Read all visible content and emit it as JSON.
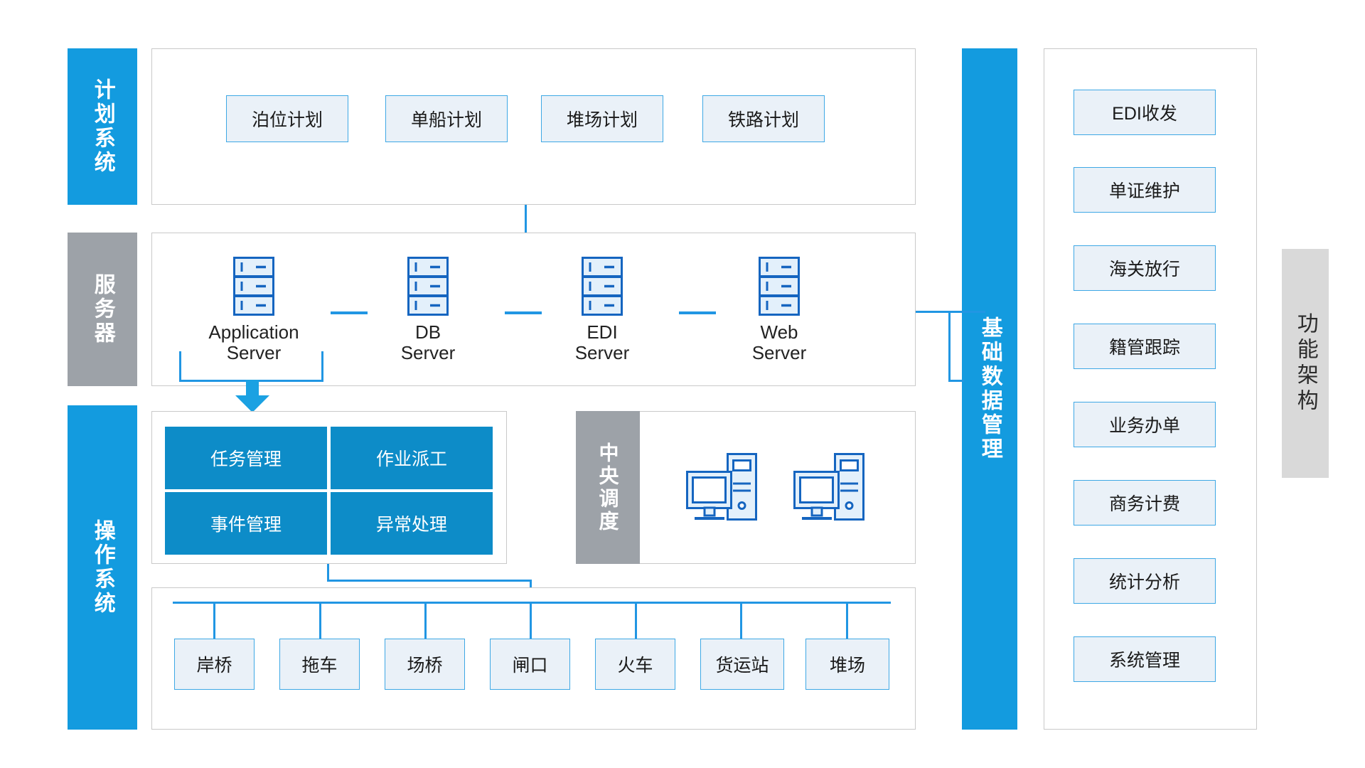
{
  "diagram": {
    "title_right": "功能架构",
    "bands": {
      "plan_system": "计划系统",
      "server": "服务器",
      "operation_system": "操作系统",
      "basic_data_management": "基础数据管理",
      "functional_architecture": "功能架构"
    },
    "colors": {
      "accent_blue": "#139BDF",
      "solid_blue": "#0D8CC8",
      "box_border_blue": "#3EA8E5",
      "box_fill_blue": "#EAF1F8",
      "band_gray": "#9DA2A8",
      "band_light_gray": "#D9D9D9",
      "panel_border": "#C9C9C9",
      "icon_blue": "#1565C0"
    },
    "plan_system": {
      "items": [
        {
          "label": "泊位计划"
        },
        {
          "label": "单船计划"
        },
        {
          "label": "堆场计划"
        },
        {
          "label": "铁路计划"
        }
      ]
    },
    "servers": {
      "items": [
        {
          "line1": "Application",
          "line2": "Server",
          "icon": "server-rack-icon"
        },
        {
          "line1": "DB",
          "line2": "Server",
          "icon": "server-rack-icon"
        },
        {
          "line1": "EDI",
          "line2": "Server",
          "icon": "server-rack-icon"
        },
        {
          "line1": "Web",
          "line2": "Server",
          "icon": "server-rack-icon"
        }
      ]
    },
    "operation_modules": {
      "items": [
        {
          "label": "任务管理"
        },
        {
          "label": "作业派工"
        },
        {
          "label": "事件管理"
        },
        {
          "label": "异常处理"
        }
      ]
    },
    "central_dispatch": {
      "label": "中央调度",
      "workstations": [
        {
          "icon": "desktop-computer-icon"
        },
        {
          "icon": "desktop-computer-icon"
        }
      ]
    },
    "equipment": {
      "items": [
        {
          "label": "岸桥"
        },
        {
          "label": "拖车"
        },
        {
          "label": "场桥"
        },
        {
          "label": "闸口"
        },
        {
          "label": "火车"
        },
        {
          "label": "货运站"
        },
        {
          "label": "堆场"
        }
      ]
    },
    "basic_data": {
      "items": [
        {
          "label": "EDI收发"
        },
        {
          "label": "单证维护"
        },
        {
          "label": "海关放行"
        },
        {
          "label": "籍管跟踪"
        },
        {
          "label": "业务办单"
        },
        {
          "label": "商务计费"
        },
        {
          "label": "统计分析"
        },
        {
          "label": "系统管理"
        }
      ]
    }
  }
}
